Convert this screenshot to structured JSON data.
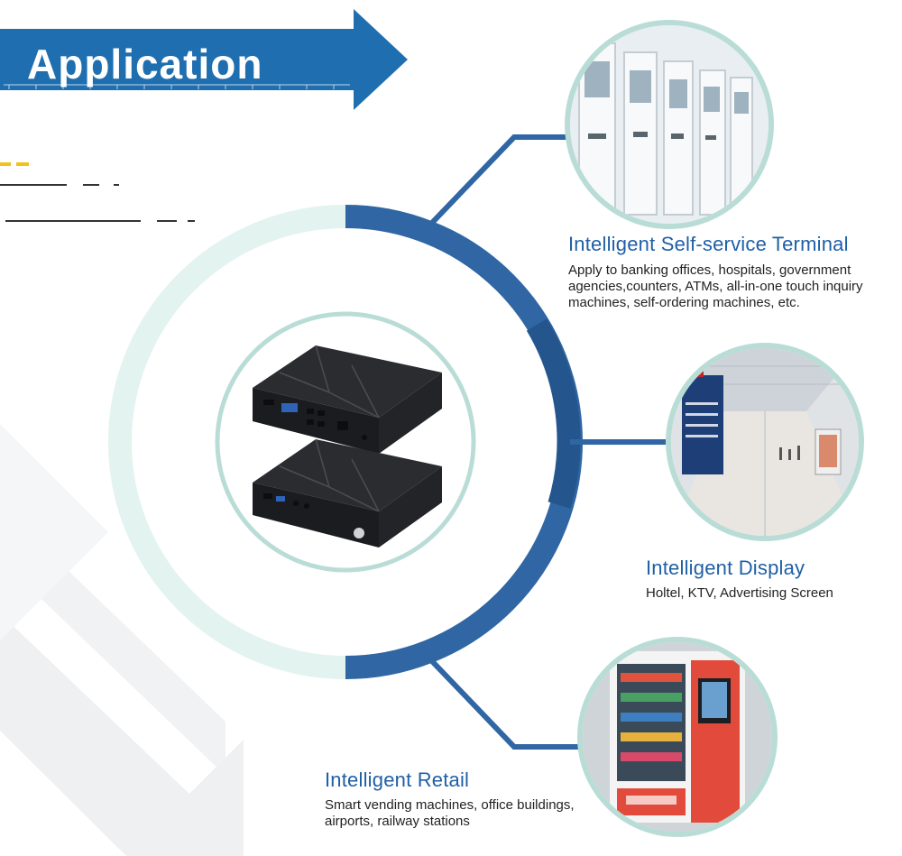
{
  "header": {
    "title": "Application"
  },
  "colors": {
    "brand_blue": "#1f6fb0",
    "title_blue": "#1f5fa6",
    "accent_yellow": "#f2c21b",
    "ring_light": "#cfe9e4",
    "ring_dark": "#2f66a3"
  },
  "applications": [
    {
      "title": "Intelligent Self-service Terminal",
      "description": [
        "Apply to banking offices, hospitals, government",
        "agencies,counters, ATMs, all-in-one touch inquiry",
        "machines, self-ordering machines, etc."
      ]
    },
    {
      "title": "Intelligent Display",
      "description": [
        "Holtel, KTV, Advertising Screen"
      ]
    },
    {
      "title": "Intelligent Retail",
      "description": [
        "Smart vending machines, office buildings,",
        "airports, railway stations"
      ]
    }
  ]
}
